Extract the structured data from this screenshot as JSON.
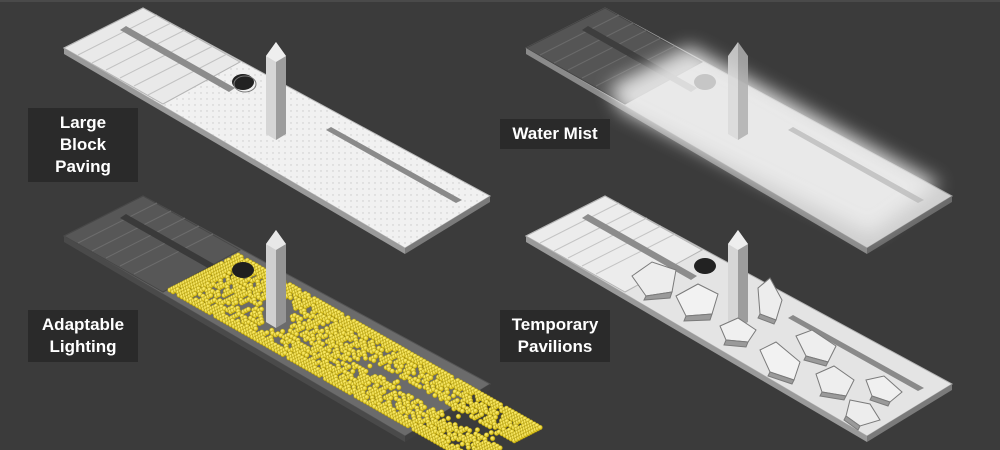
{
  "panels": [
    {
      "id": "paving",
      "label_lines": [
        "Large Block",
        "Paving"
      ]
    },
    {
      "id": "mist",
      "label_lines": [
        "Water Mist"
      ]
    },
    {
      "id": "lighting",
      "label_lines": [
        "Adaptable",
        "Lighting"
      ]
    },
    {
      "id": "pavilions",
      "label_lines": [
        "Temporary",
        "Pavilions"
      ]
    }
  ],
  "colors": {
    "background": "#3b3b3b",
    "label_bg": "#2a2a2a",
    "label_text": "#ffffff",
    "light_yellow": "#e8d21c"
  }
}
